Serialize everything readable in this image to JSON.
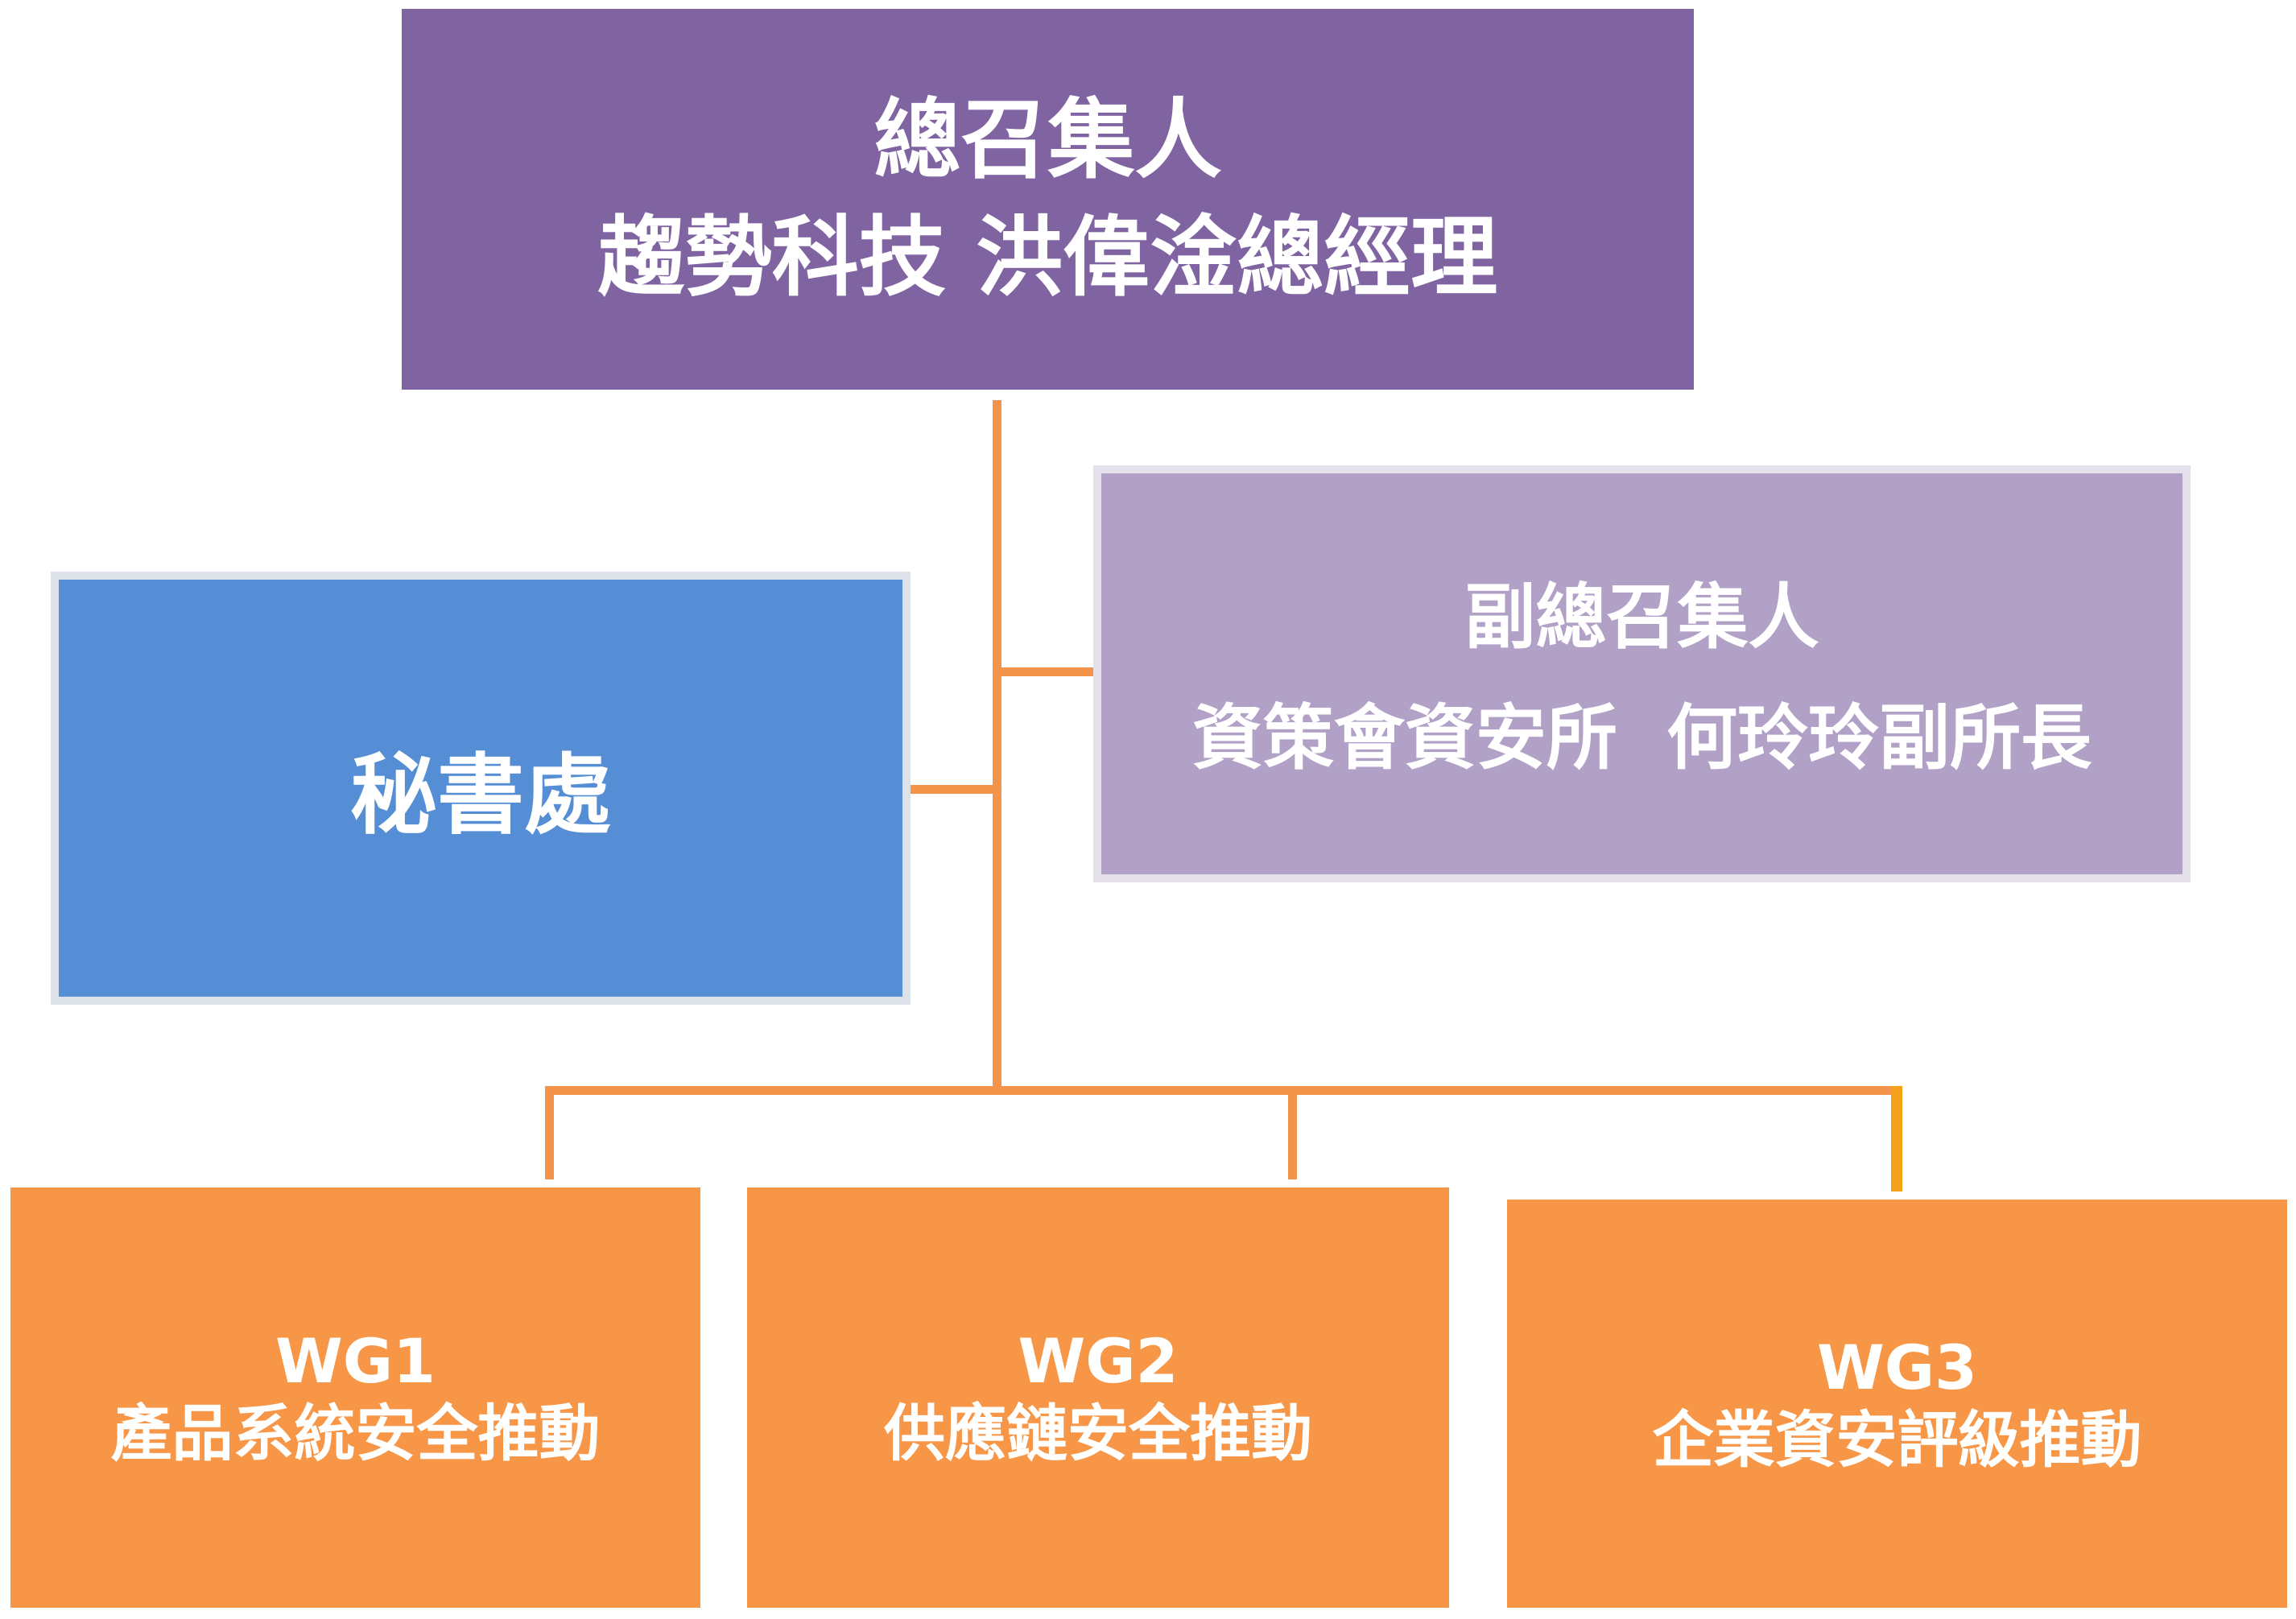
{
  "convener": {
    "title": "總召集人",
    "person": "趨勢科技 洪偉淦總經理"
  },
  "secretariat": {
    "label": "秘書處"
  },
  "deputy_convener": {
    "title": "副總召集人",
    "person": "資策會資安所  何玲玲副所長"
  },
  "working_groups": [
    {
      "code": "WG1",
      "name": "產品系統安全推動"
    },
    {
      "code": "WG2",
      "name": "供應鏈安全推動"
    },
    {
      "code": "WG3",
      "name": "企業資安評級推動"
    }
  ],
  "colors": {
    "convener": "#8064a2",
    "secretariat": "#558ed5",
    "deputy": "#b2a1c7",
    "working_group": "#f79646",
    "connector": "#f4944a"
  }
}
